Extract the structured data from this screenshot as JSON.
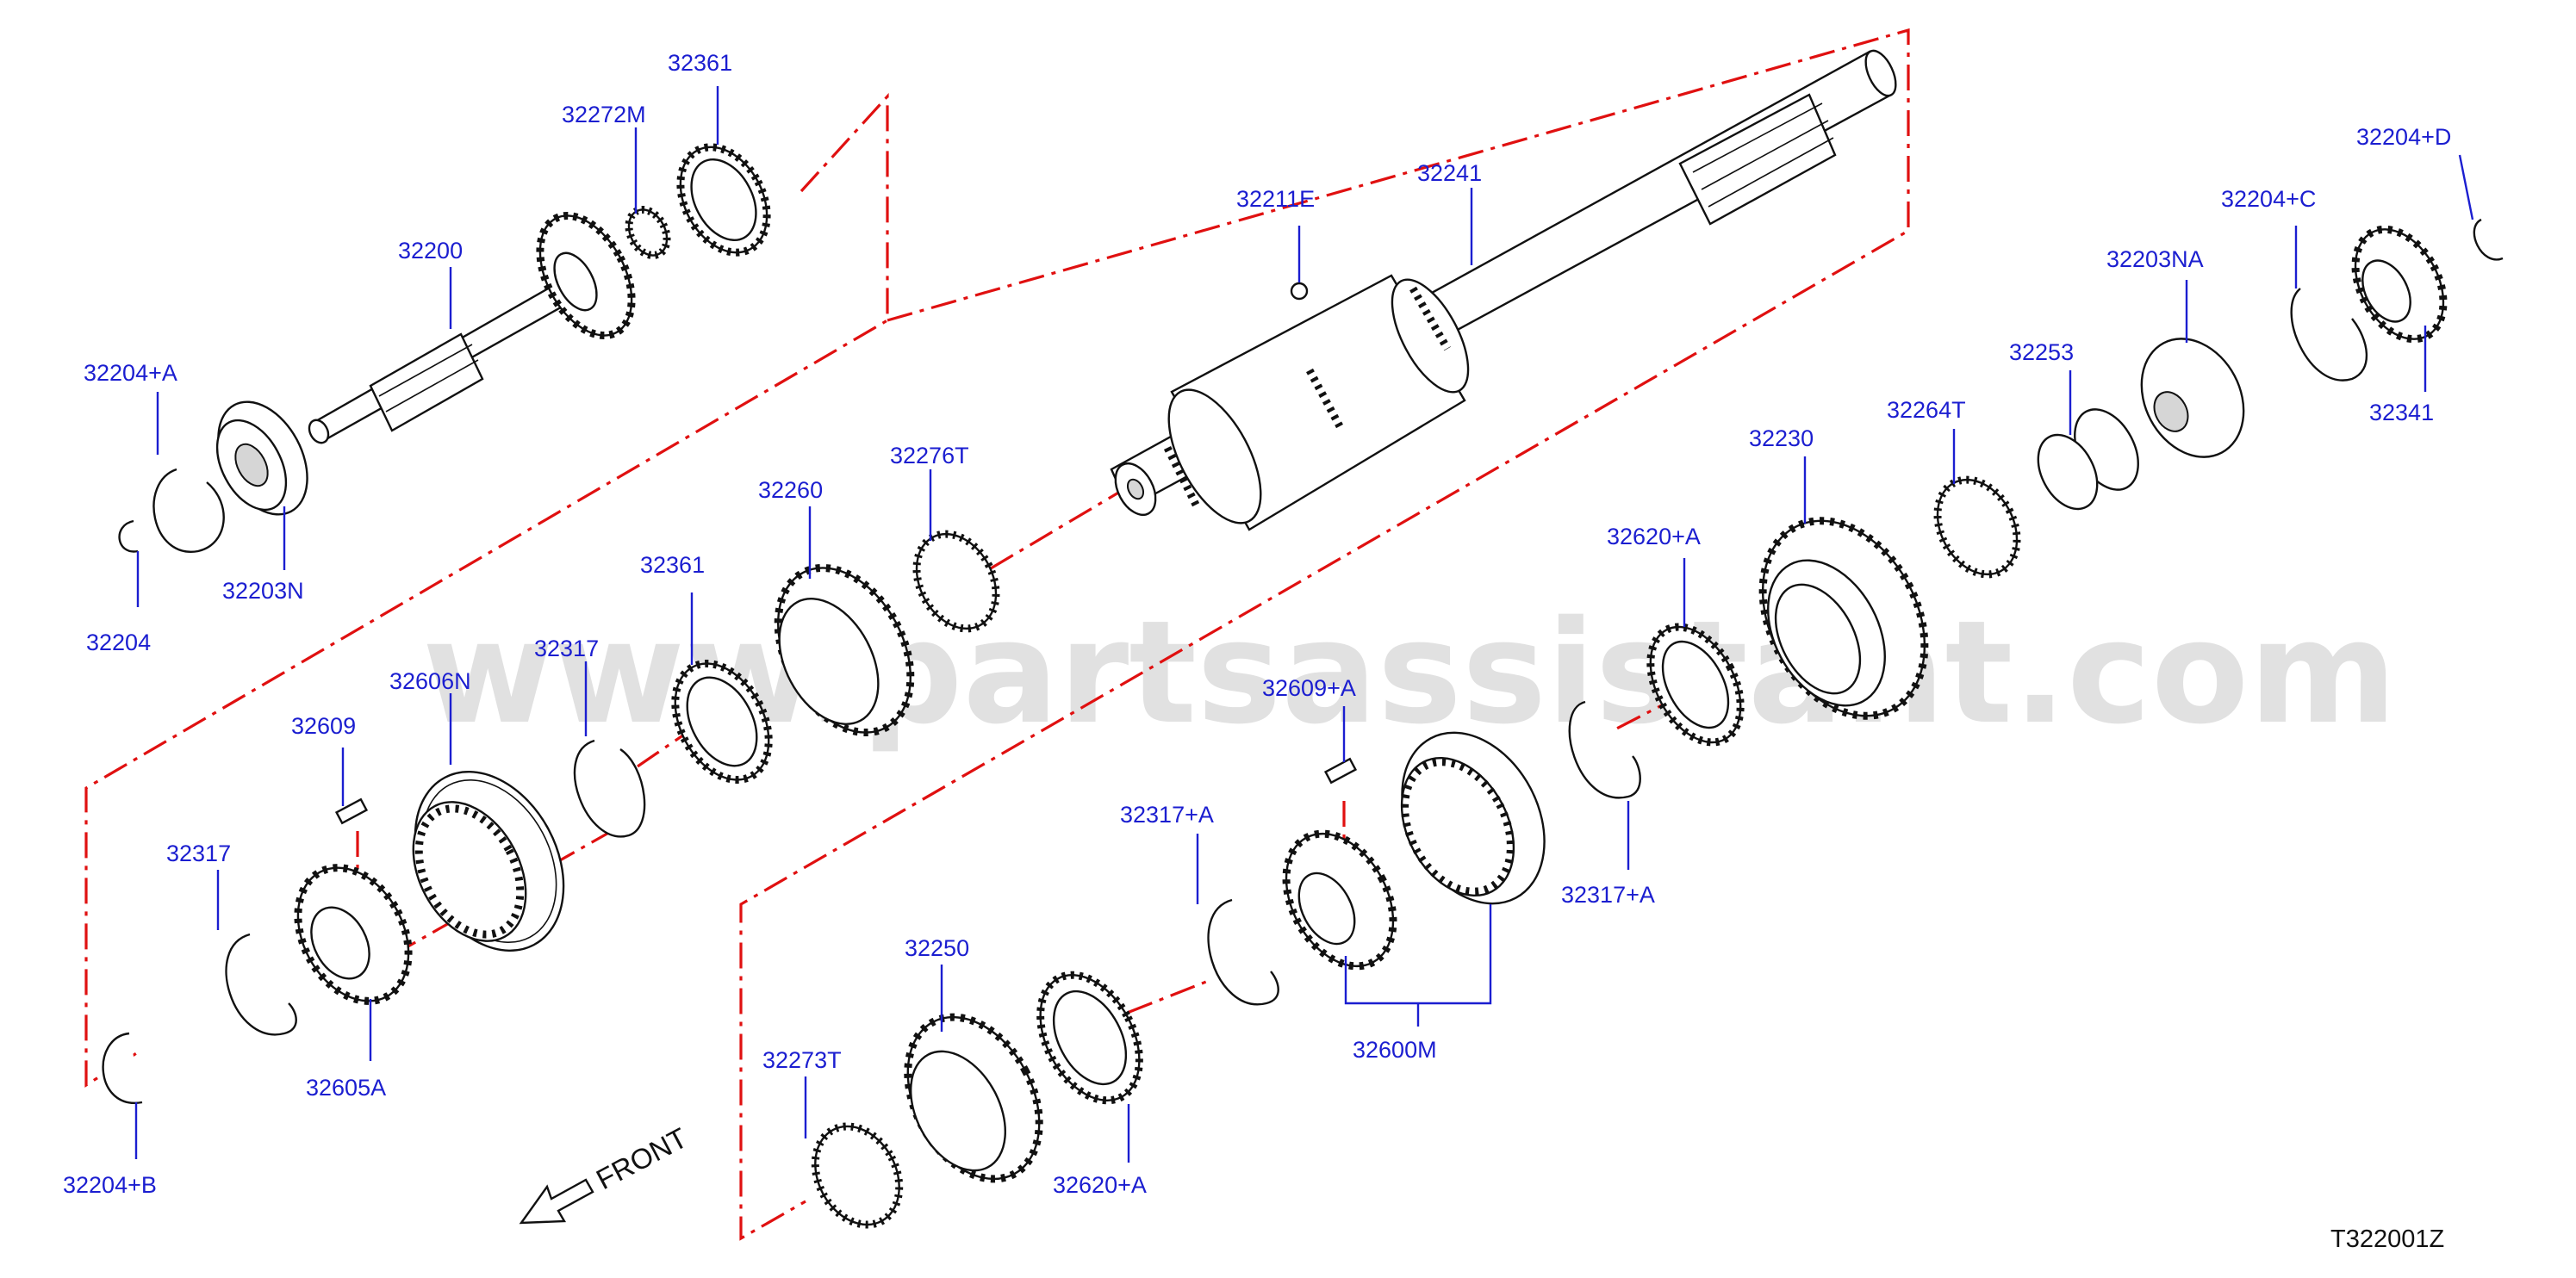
{
  "diagram": {
    "figure_code": "T322001Z",
    "watermark": "www.partsassistant.com",
    "front_label": "FRONT",
    "colors": {
      "callout": "#1b1ed0",
      "axis_line": "#e01010",
      "outline": "#111111",
      "watermark": "#b9b9b9"
    },
    "icons": [
      "front-arrow-icon"
    ],
    "callouts": [
      "32361",
      "32272M",
      "32200",
      "32204+A",
      "32203N",
      "32204",
      "32211E",
      "32241",
      "32276T",
      "32260",
      "32361",
      "32317",
      "32606N",
      "32609",
      "32317",
      "32605A",
      "32204+B",
      "32204+D",
      "32204+C",
      "32203NA",
      "32253",
      "32264T",
      "32230",
      "32341",
      "32620+A",
      "32609+A",
      "32317+A",
      "32317+A",
      "32250",
      "32620+A",
      "32273T",
      "32600M"
    ]
  }
}
